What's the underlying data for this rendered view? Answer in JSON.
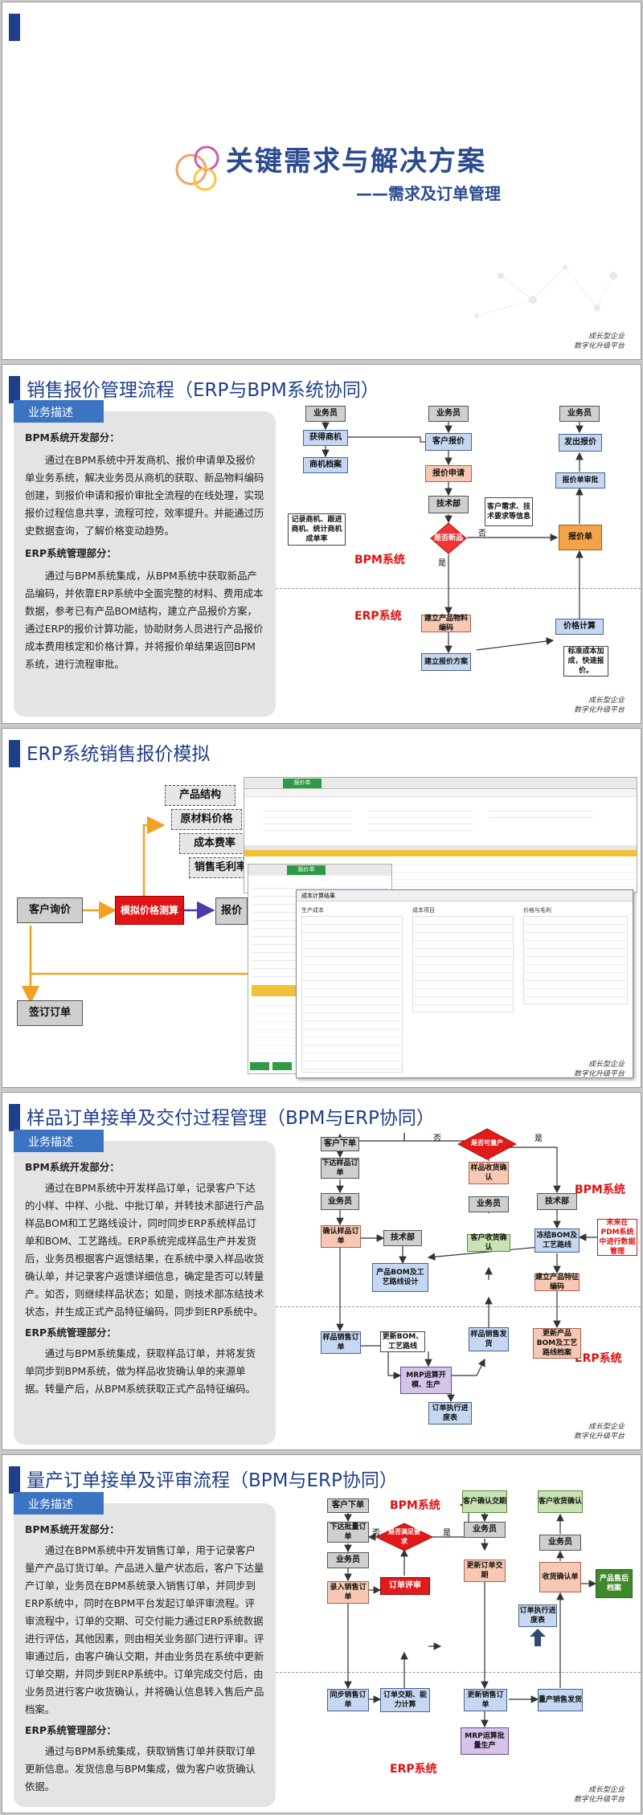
{
  "slide1": {
    "title": "关键需求与解决方案",
    "subtitle": "——需求及订单管理",
    "footer": [
      "成长型企业",
      "数字化升级平台"
    ]
  },
  "slide2": {
    "title": "销售报价管理流程（ERP与BPM系统协同）",
    "tag": "业务描述",
    "bpm_heading": "BPM系统开发部分：",
    "bpm_text": "通过在BPM系统中开发商机、报价申请单及报价单业务系统，解决业务员从商机的获取、新品物料编码创建，到报价申请和报价审批全流程的在线处理，实现报价过程信息共享，流程可控，效率提升。并能通过历史数据查询，了解价格变动趋势。",
    "erp_heading": "ERP系统管理部分：",
    "erp_text": "通过与BPM系统集成，从BPM系统中获取新品产品编码，并依靠ERP系统中全面完整的材料、费用成本数据，参考已有产品BOM结构，建立产品报价方案，通过ERP的报价计算功能，协助财务人员进行产品报价成本费用核定和价格计算，并将报价单结果返回BPM系统，进行流程审批。",
    "nodes": {
      "salesman": "业务员",
      "get_opportunity": "获得商机",
      "opportunity_file": "商机档案",
      "note_opportunity": "记录商机、跟进商机、统计商机成单率",
      "customer_quote": "客户报价",
      "quote_request": "报价申请",
      "note_request": "客户需求、技术要求等信息",
      "tech": "技术部",
      "is_new": "是否新品",
      "yes": "是",
      "no": "否",
      "create_code": "建立产品物料编码",
      "create_plan": "建立报价方案",
      "price_calc": "价格计算",
      "note_calc": "标准成本加成，快速报价。",
      "send_quote": "发出报价",
      "quote_approval": "报价单审批",
      "quote_sheet": "报价单",
      "bpm_label": "BPM系统",
      "erp_label": "ERP系统"
    },
    "footer": [
      "成长型企业",
      "数字化升级平台"
    ]
  },
  "slide3": {
    "title": "ERP系统销售报价模拟",
    "inquiry": "客户询价",
    "simulate": "模拟价格测算",
    "order": "签订订单",
    "stack": [
      "产品结构",
      "原材料价格",
      "成本费率",
      "销售毛利率"
    ],
    "quote_partial": "报价",
    "window1_tab": "报价单",
    "window2_title": "报价单",
    "dialog_title": "成本计算结果",
    "dialog_cols": [
      "生产成本",
      "成本项目",
      "价格与毛利"
    ],
    "footer": [
      "成长型企业",
      "数字化升级平台"
    ]
  },
  "slide4": {
    "title": "样品订单接单及交付过程管理（BPM与ERP协同）",
    "tag": "业务描述",
    "bpm_heading": "BPM系统开发部分：",
    "bpm_text": "通过在BPM系统中开发样品订单，记录客户下达的小样、中样、小批、中批订单，并转技术部进行产品样品BOM和工艺路线设计，同时同步ERP系统样品订单和BOM、工艺路线。ERP系统完成样品生产并发货后，业务员根据客户返馈结果，在系统中录入样品收货确认单，并记录客户返馈详细信息，确定是否可以转量产。如否，则继续样品状态；如是，则技术部冻结技术状态，并生成正式产品特征编码，同步到ERP系统中。",
    "erp_heading": "ERP系统管理部分：",
    "erp_text": "通过与BPM系统集成，获取样品订单，并将发货单同步到BPM系统，做为样品收货确认单的来源单据。转量产后，从BPM系统获取正式产品特征编码。",
    "nodes": {
      "customer_order": "客户下单",
      "sample_order_place": "下达样品订单",
      "salesman": "业务员",
      "confirm_sample_order": "确认样品订单",
      "tech": "技术部",
      "bom_design": "产品BOM及工艺路线设计",
      "sample_sales_order": "样品销售订单",
      "update_bom": "更新BOM、工艺路线",
      "mrp": "MRP运算开模、生产",
      "exec_report": "订单执行进度表",
      "is_mass": "是否可量产",
      "no": "否",
      "yes": "是",
      "sample_receipt": "样品收货确认",
      "salesman2": "业务员",
      "customer_receipt": "客户收货确认",
      "sample_ship": "样品销售发货",
      "tech2": "技术部",
      "add_bom": "冻结BOM及工艺路线",
      "create_feature": "建立产品特征编码",
      "new_product_bom": "更新产品BOM及工艺路线档案",
      "note_pdm": "未来在PDM系统中进行数据管理",
      "bpm_label": "BPM系统",
      "erp_label": "ERP系统"
    },
    "footer": [
      "成长型企业",
      "数字化升级平台"
    ]
  },
  "slide5": {
    "title": "量产订单接单及评审流程（BPM与ERP协同）",
    "tag": "业务描述",
    "bpm_heading": "BPM系统开发部分：",
    "bpm_text": "通过在BPM系统中开发销售订单，用于记录客户量产产品订货订单。产品进入量产状态后，客户下达量产订单，业务员在BPM系统录入销售订单，并同步到ERP系统中，同时在BPM平台发起订单评审流程。评审流程中，订单的交期、可交付能力通过ERP系统数据进行评估，其他因素，则由相关业务部门进行评审。评审通过后，由客户确认交期，并由业务员在系统中更新订单交期，并同步到ERP系统中。订单完成交付后，由业务员进行客户收货确认，并将确认信息转入售后产品档案。",
    "erp_heading": "ERP系统管理部分：",
    "erp_text": "通过与BPM系统集成，获取销售订单并获取订单更新信息。发货信息与BPM集成，做为客户收货确认依据。",
    "nodes": {
      "customer_order": "客户下单",
      "place_order": "下达批量订单",
      "salesman": "业务员",
      "enter_order": "录入销售订单",
      "sync_order": "同步销售订单",
      "is_pass": "是否满足要求",
      "no": "否",
      "yes": "是",
      "review": "订单评审",
      "delivery_calc": "订单交期、能力计算",
      "customer_confirm": "客户确认交期",
      "salesman2": "业务员",
      "update_delivery": "更新订单交期",
      "exec_report": "订单执行进度表",
      "update_order": "更新销售订单",
      "mrp": "MRP运算批量生产",
      "receipt_confirm": "客户收货确认",
      "salesman3": "业务员",
      "confirm_sheet": "收货确认单",
      "after_sale": "产品售后档案",
      "mass_ship": "量产销售发货",
      "bpm_label": "BPM系统",
      "erp_label": "ERP系统"
    },
    "footer": [
      "成长型企业",
      "数字化升级平台"
    ]
  }
}
